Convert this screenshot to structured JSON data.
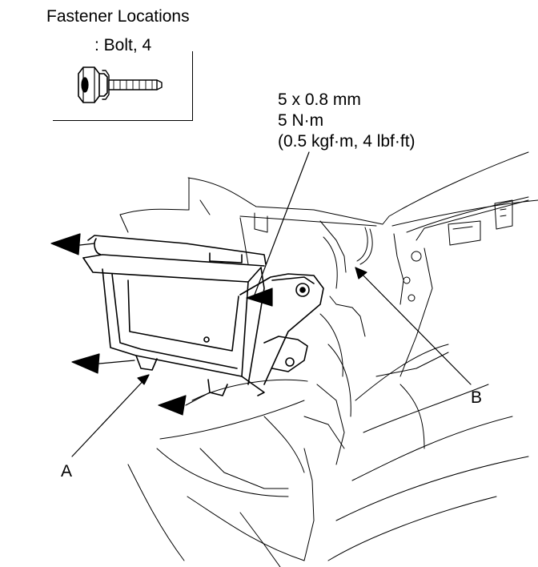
{
  "legend": {
    "title": "Fastener Locations",
    "fastener": ": Bolt, 4",
    "icon": "bolt-icon"
  },
  "spec": {
    "size": "5 x 0.8 mm",
    "torque_nm": "5 N·m",
    "torque_alt": "(0.5 kgf·m, 4 lbf·ft)"
  },
  "callouts": {
    "a": "A",
    "b": "B"
  },
  "colors": {
    "line": "#000000",
    "background": "#ffffff"
  }
}
